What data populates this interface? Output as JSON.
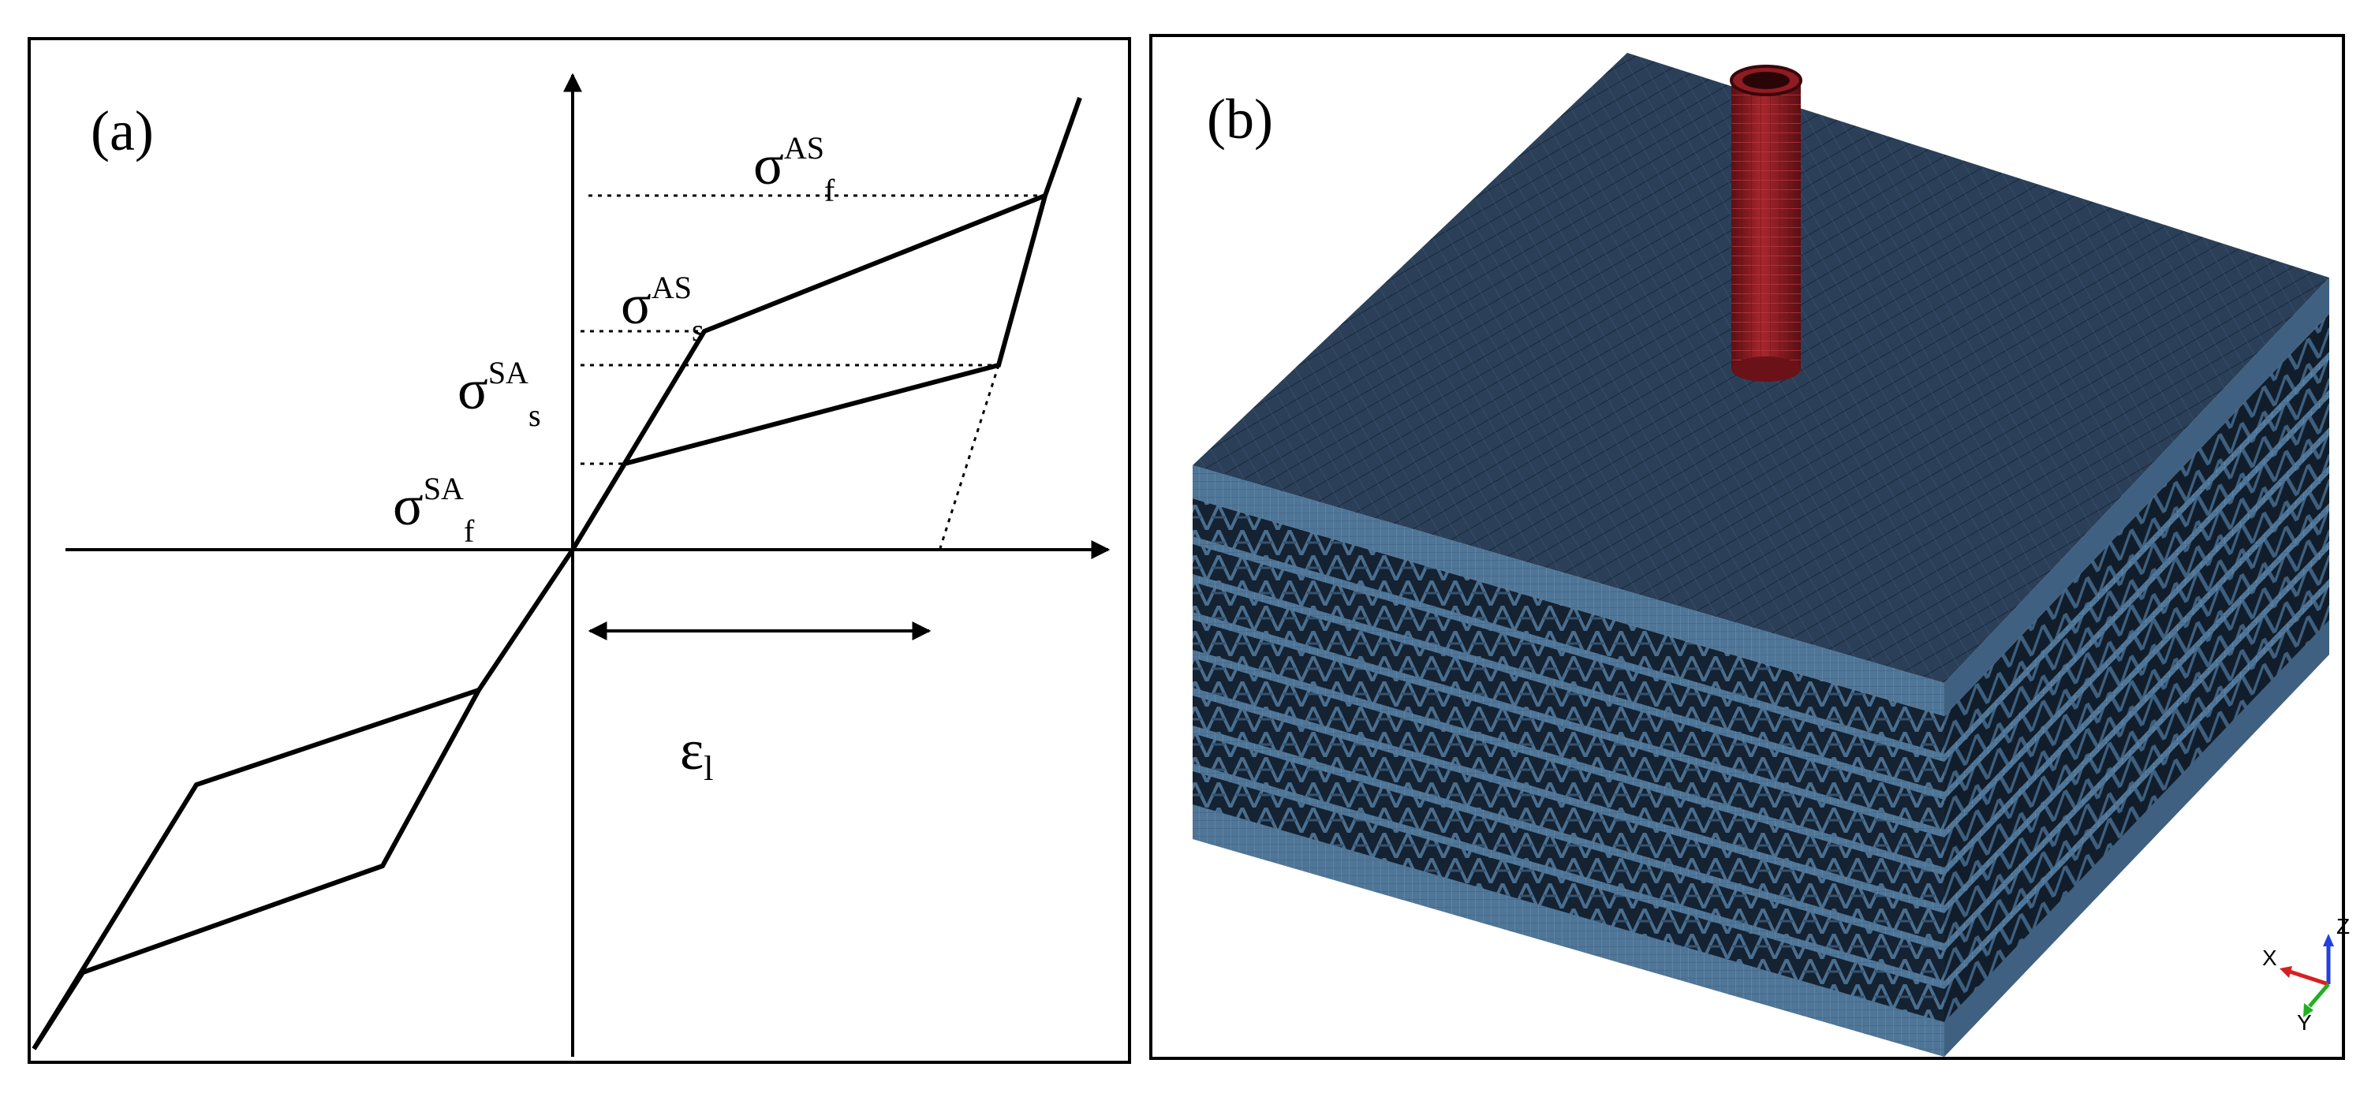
{
  "panel_a": {
    "label": "(a)",
    "sigma_AS_f": {
      "base": "σ",
      "sup": "AS",
      "sub": "f"
    },
    "sigma_AS_s": {
      "base": "σ",
      "sup": "AS",
      "sub": "s"
    },
    "sigma_SA_s": {
      "base": "σ",
      "sup": "SA",
      "sub": "s"
    },
    "sigma_SA_f": {
      "base": "σ",
      "sup": "SA",
      "sub": "f"
    },
    "strain": {
      "base": "ε",
      "sub": "l"
    }
  },
  "panel_b": {
    "label": "(b)",
    "triad": {
      "x": "X",
      "y": "Y",
      "z": "Z"
    },
    "colors": {
      "plate_top": "#2b4058",
      "plate_side": "#4f7597",
      "core_dark": "#142232",
      "core_mid": "#35536f",
      "indenter": "#8e1c22",
      "indenter_dark": "#5a0f14",
      "axis_x": "#d62020",
      "axis_y": "#20b020",
      "axis_z": "#2040e0"
    }
  }
}
